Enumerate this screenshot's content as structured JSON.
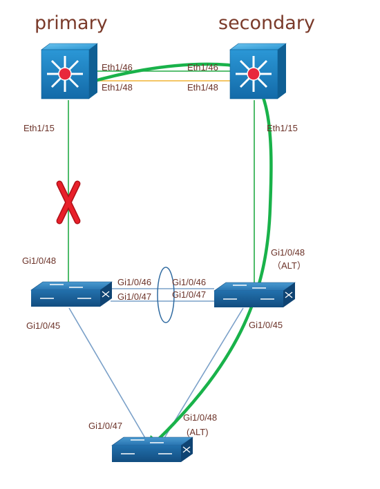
{
  "colors": {
    "title": "#7a3a2a",
    "port_label": "#6b3228",
    "core_blue": "#1e88c8",
    "core_blue_dark": "#0f5f94",
    "core_center": "#e8283c",
    "access_top": "#2f82bf",
    "access_front": "#15598f",
    "link_green": "#22aa44",
    "link_orange": "#f0b432",
    "link_blue": "#7aa0c8",
    "path_green": "#19b24a",
    "fail_x": "#e8202a"
  },
  "switches": {
    "primary": {
      "title": "primary",
      "icon": "layer3-switch-icon"
    },
    "secondary": {
      "title": "secondary",
      "icon": "layer3-switch-icon"
    },
    "access_left": {
      "icon": "layer2-switch-icon"
    },
    "access_right": {
      "icon": "layer2-switch-icon"
    },
    "access_bottom": {
      "icon": "layer2-switch-icon"
    }
  },
  "ports": {
    "primary_eth46": "Eth1/46",
    "primary_eth48": "Eth1/48",
    "secondary_eth46": "Eth1/46",
    "secondary_eth48": "Eth1/48",
    "primary_eth15": "Eth1/15",
    "secondary_eth15": "Eth1/15",
    "left_gi48": "Gi1/0/48",
    "right_gi48": "Gi1/0/48",
    "right_gi48_state": "（ALT）",
    "left_gi46": "Gi1/0/46",
    "left_gi47": "Gi1/0/47",
    "right_gi46": "Gi1/0/46",
    "right_gi47": "Gi1/0/47",
    "left_gi45": "Gi1/0/45",
    "right_gi45": "Gi1/0/45",
    "bottom_gi47": "Gi1/0/47",
    "bottom_gi48": "Gi1/0/48",
    "bottom_gi48_state": "(ALT)"
  },
  "failure_marker": {
    "icon": "link-failure-x-icon"
  }
}
